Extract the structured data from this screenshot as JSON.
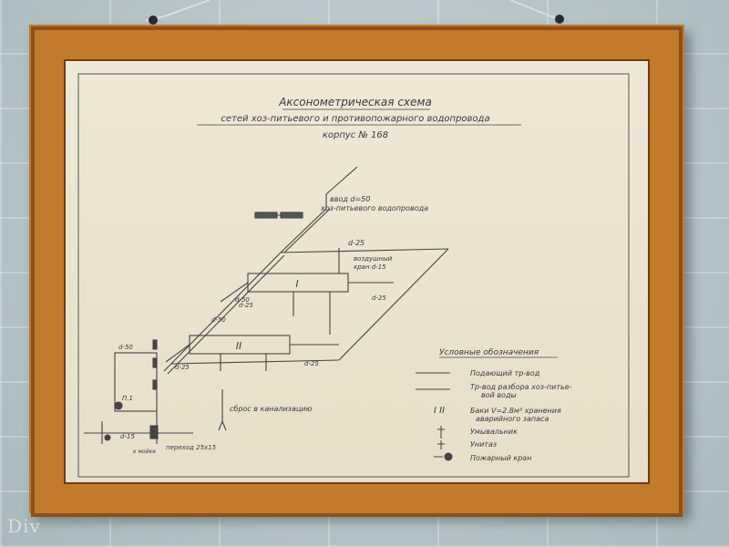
{
  "drawing": {
    "title_line1": "Аксонометрическая схема",
    "title_line2": "сетей хоз-питьевого и противопожарного водопровода",
    "title_line3": "корпус № 168",
    "inlet_label_1": "ввод d=50",
    "inlet_label_2": "хоз-питьевого водопровода",
    "pipe_d25_top": "d-25",
    "air_valve_1": "воздушный",
    "air_valve_2": "кран d-15",
    "tank_1": "I",
    "tank_2": "II",
    "pipe_d50_a": "d-50",
    "pipe_d50_b": "d-50",
    "pipe_d50_c": "d-50",
    "pipe_d25_a": "d-25",
    "pipe_d25_b": "d-25",
    "pipe_d25_c": "d-25",
    "pipe_d25_d": "d-25",
    "pipe_d15": "d-15",
    "discharge": "сброс в канализацию",
    "fire_hydrant_label": "П.1",
    "to_wash": "к мойке",
    "transition": "переход 25х15"
  },
  "legend": {
    "title": "Условные обозначения",
    "row1": "Подающий тр-вод",
    "row2_1": "Тр-вод разбора хоз-питье-",
    "row2_2": "вой воды",
    "row3_symbol": "I  II",
    "row3_1": "Баки V=2.8м³ хранения",
    "row3_2": "аварийного запаса",
    "row4": "Умывальник",
    "row5": "Унитаз",
    "row6": "Пожарный кран"
  },
  "watermark": "Div",
  "colors": {
    "frame": "#c27a2b",
    "paper": "#ece6d3",
    "ink": "#3a3a44",
    "wall": "#b7c5c8"
  }
}
